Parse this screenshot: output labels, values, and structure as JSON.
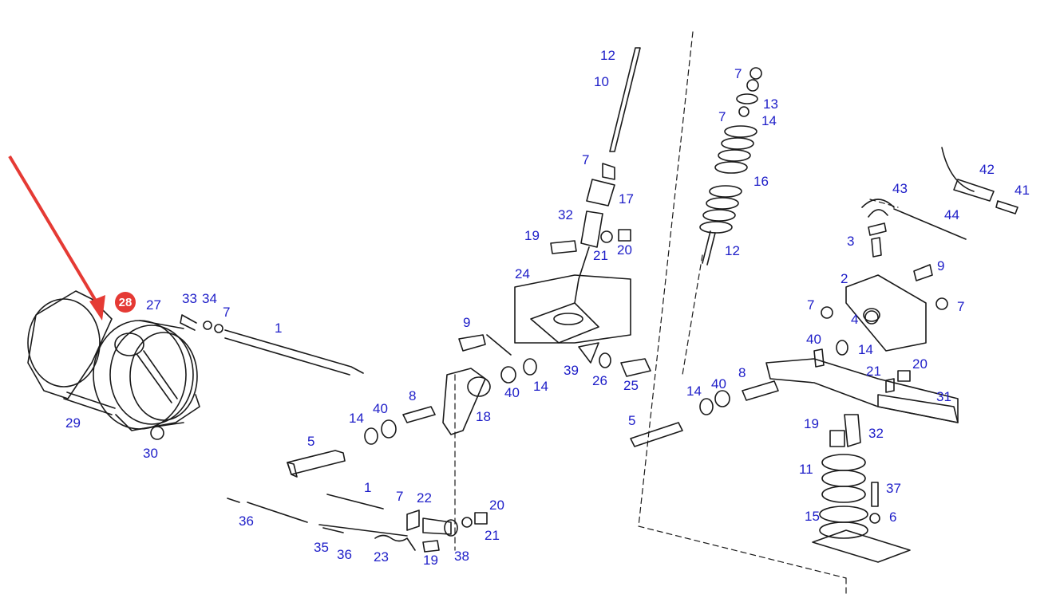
{
  "colors": {
    "label": "#1d1dc8",
    "line": "#1a1a1a",
    "highlight_badge": "#e53a34",
    "pointer_arrow": "#e53a34"
  },
  "highlight": {
    "part": "28"
  },
  "labels": {
    "l12a": "12",
    "l10": "10",
    "l7a": "7",
    "l17": "17",
    "l32a": "32",
    "l19a": "19",
    "l21a": "21",
    "l20a": "20",
    "l24": "24",
    "l9a": "9",
    "l39": "39",
    "l26": "26",
    "l25": "25",
    "l40a": "40",
    "l14a": "14",
    "l18": "18",
    "l8a": "8",
    "l40b": "40",
    "l14b": "14",
    "l5a": "5",
    "l27": "27",
    "l33": "33",
    "l34": "34",
    "l7b": "7",
    "l1a": "1",
    "l29": "29",
    "l30": "30",
    "l36a": "36",
    "l35": "35",
    "l36b": "36",
    "l1b": "1",
    "l7c": "7",
    "l22": "22",
    "l23": "23",
    "l19b": "19",
    "l38": "38",
    "l20b": "20",
    "l21b": "21",
    "l7d": "7",
    "l13": "13",
    "l7e": "7",
    "l14c": "14",
    "l16": "16",
    "l12b": "12",
    "l42": "42",
    "l43": "43",
    "l41": "41",
    "l44": "44",
    "l3": "3",
    "l9b": "9",
    "l2": "2",
    "l7f": "7",
    "l7g": "7",
    "l4": "4",
    "l40c": "40",
    "l14d": "14",
    "l21c": "21",
    "l20c": "20",
    "l8b": "8",
    "l40d": "40",
    "l14e": "14",
    "l31": "31",
    "l5b": "5",
    "l19c": "19",
    "l32b": "32",
    "l11": "11",
    "l37": "37",
    "l15": "15",
    "l6": "6"
  }
}
